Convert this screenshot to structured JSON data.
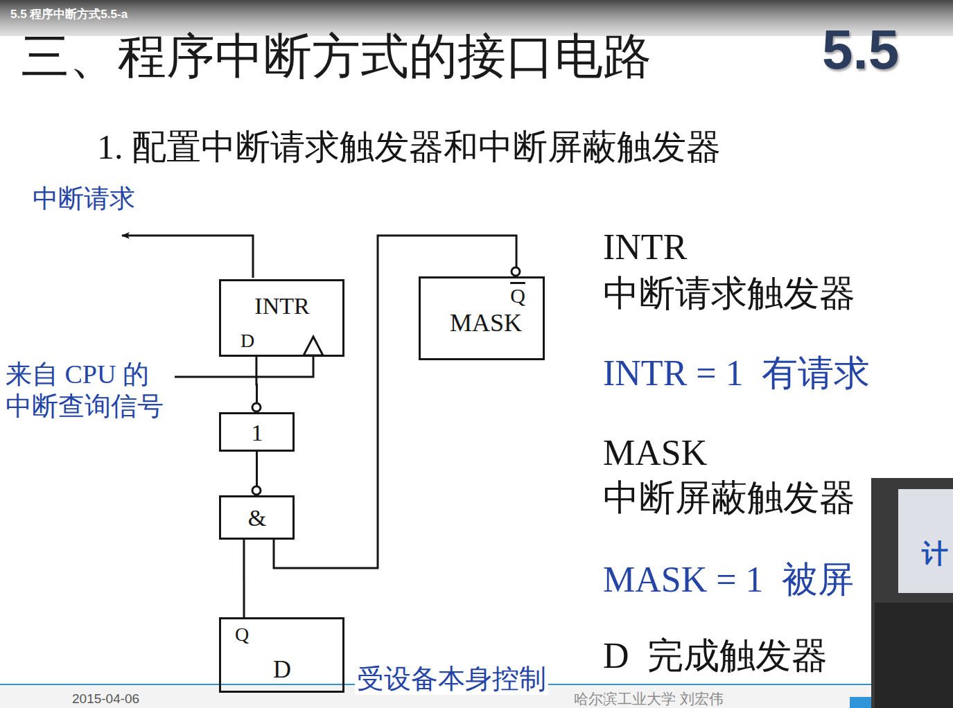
{
  "diagram": {
    "title": "三、程序中断方式的接口电路",
    "nodes": [
      {
        "text": [
          "INTR",
          "D"
        ]
      },
      {
        "text": [
          "Q",
          "MASK"
        ]
      },
      {
        "text": [
          "1"
        ]
      },
      {
        "text": [
          "&"
        ]
      },
      {
        "text": [
          "Q",
          "D"
        ]
      }
    ],
    "edges": [
      {
        "from": 4,
        "to": 3,
        "arrow": "none"
      },
      {
        "from": 1,
        "to": 3,
        "arrow": "none"
      },
      {
        "from": 3,
        "to": 2,
        "arrow": "none"
      },
      {
        "from": 2,
        "to": 0,
        "arrow": "none"
      }
    ],
    "labels": [
      "5.5 程序中断方式5.5-a",
      "5.5",
      "1. 配置中断请求触发器和中断屏蔽触发器",
      "中断请求",
      "来自 CPU 的 中断查询信号",
      "受设备本身控制",
      "INTR",
      "中断请求触发器",
      "INTR = 1  有请求",
      "MASK",
      "中断屏蔽触发器",
      "MASK = 1  被屏",
      "D  完成触发器",
      "2015-04-06",
      "哈尔滨工业大学 刘宏伟",
      "计"
    ]
  }
}
